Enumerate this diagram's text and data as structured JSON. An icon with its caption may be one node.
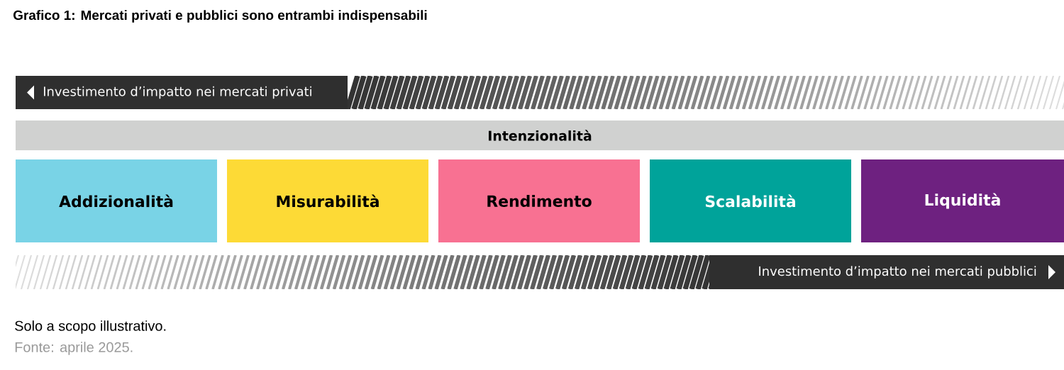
{
  "diagram": {
    "title": "Grafico 1: Mercati privati e pubblici sono entrambi indispensabili",
    "nodes": [
      {
        "text": [
          "Investimento d’impatto nei mercati privati"
        ]
      },
      {
        "text": [
          "Intenzionalità"
        ]
      },
      {
        "text": [
          "Addizionalità"
        ]
      },
      {
        "text": [
          "Misurabilità"
        ]
      },
      {
        "text": [
          "Rendimento"
        ]
      },
      {
        "text": [
          "Scalabilità"
        ]
      },
      {
        "text": [
          "Liquidità"
        ]
      },
      {
        "text": [
          "Investimento d’impatto nei mercati pubblici"
        ]
      }
    ],
    "labels": [
      "Solo a scopo illustrativo.",
      "Fonte: aprile 2025."
    ]
  }
}
